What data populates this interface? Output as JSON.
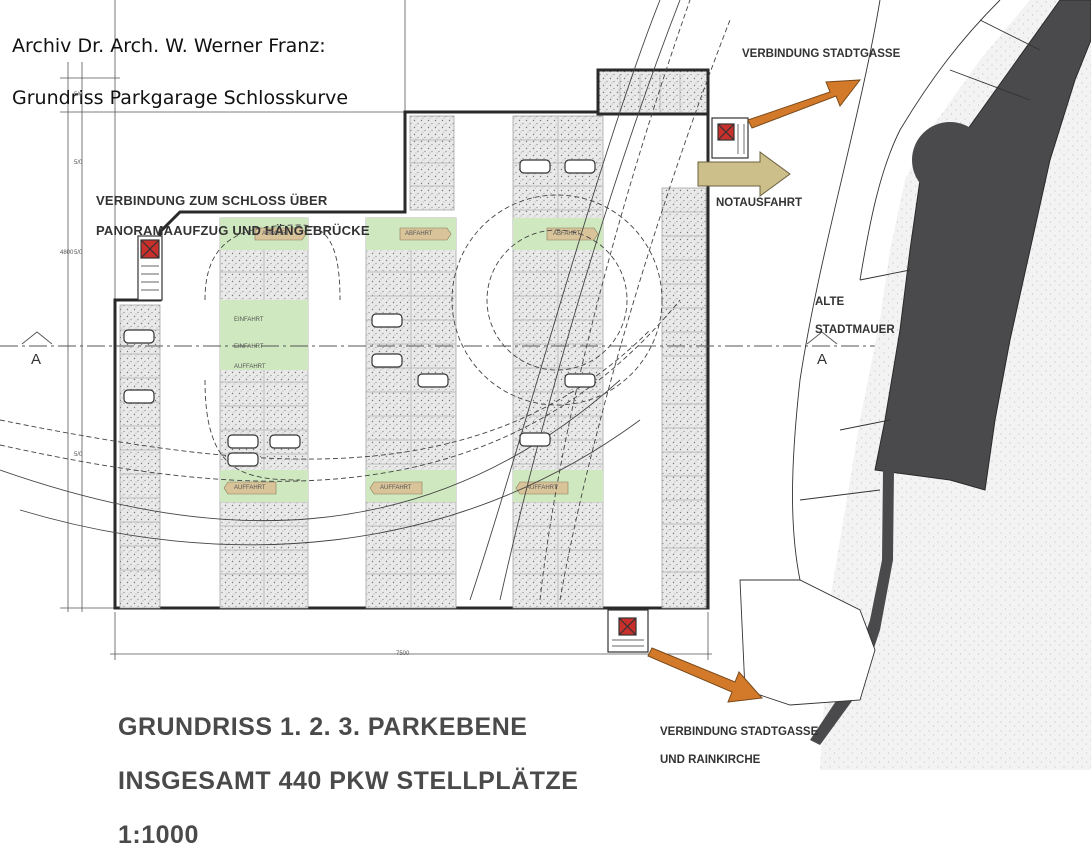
{
  "archive": {
    "line1": "Archiv Dr. Arch. W. Werner Franz:",
    "line2": "Grundriss Parkgarage Schlosskurve"
  },
  "labels": {
    "castle_link_1": "VERBINDUNG ZUM SCHLOSS ÜBER",
    "castle_link_2": "PANORAMAAUFZUG UND HÄNGEBRÜCKE",
    "stadtgasse": "VERBINDUNG STADTGASSE",
    "notausfahrt": "NOTAUSFAHRT",
    "stadtmauer_1": "ALTE",
    "stadtmauer_2": "STADTMAUER",
    "rainkirche_1": "VERBINDUNG STADTGASSE",
    "rainkirche_2": "UND RAINKIRCHE",
    "section_left": "A",
    "section_right": "A"
  },
  "ramps": {
    "abfahrt": "ABFAHRT",
    "einfahrt": "EINFAHRT",
    "auffahrt": "AUFFAHRT"
  },
  "dimensions": {
    "total_width": "7500",
    "left_1": "5/0",
    "left_2": "5/0",
    "left_3": "4800",
    "left_4": "5/0",
    "left_5": "5/0"
  },
  "title": {
    "line1": "GRUNDRISS 1. 2. 3. PARKEBENE",
    "line2": "INSGESAMT 440 PKW STELLPLÄTZE",
    "line3": "1:1000"
  },
  "colors": {
    "green_zone": "#cfe8bf",
    "arrow_orange": "#d37a2a",
    "arrow_tan": "#cdbf8a",
    "wall_dark": "#4a4a4c",
    "elevator_red": "#c9302c"
  }
}
